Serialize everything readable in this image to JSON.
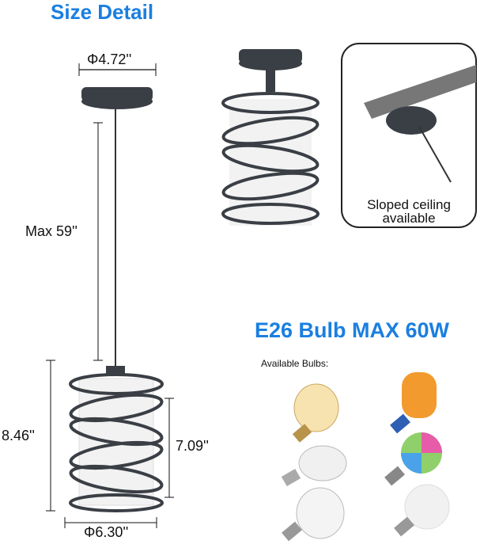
{
  "title": "Size Detail",
  "dimensions": {
    "canopy_diameter": "Φ4.72''",
    "cord_length": "Max 59''",
    "shade_height_total": "8.46''",
    "shade_height": "7.09''",
    "shade_diameter": "Φ6.30''"
  },
  "sloped_ceiling": {
    "line1": "Sloped ceiling",
    "line2": "available"
  },
  "bulbs": {
    "title": "E26 Bulb MAX 60W",
    "subtitle": "Available Bulbs:",
    "items": [
      "edison-bulb-icon",
      "flame-bulb-icon",
      "spiral-cfl-bulb-icon",
      "rgb-bulb-icon",
      "led-filament-bulb-icon",
      "led-a19-bulb-icon"
    ]
  },
  "colors": {
    "accent": "#1a7fe0",
    "fixture": "#3a3f45"
  }
}
